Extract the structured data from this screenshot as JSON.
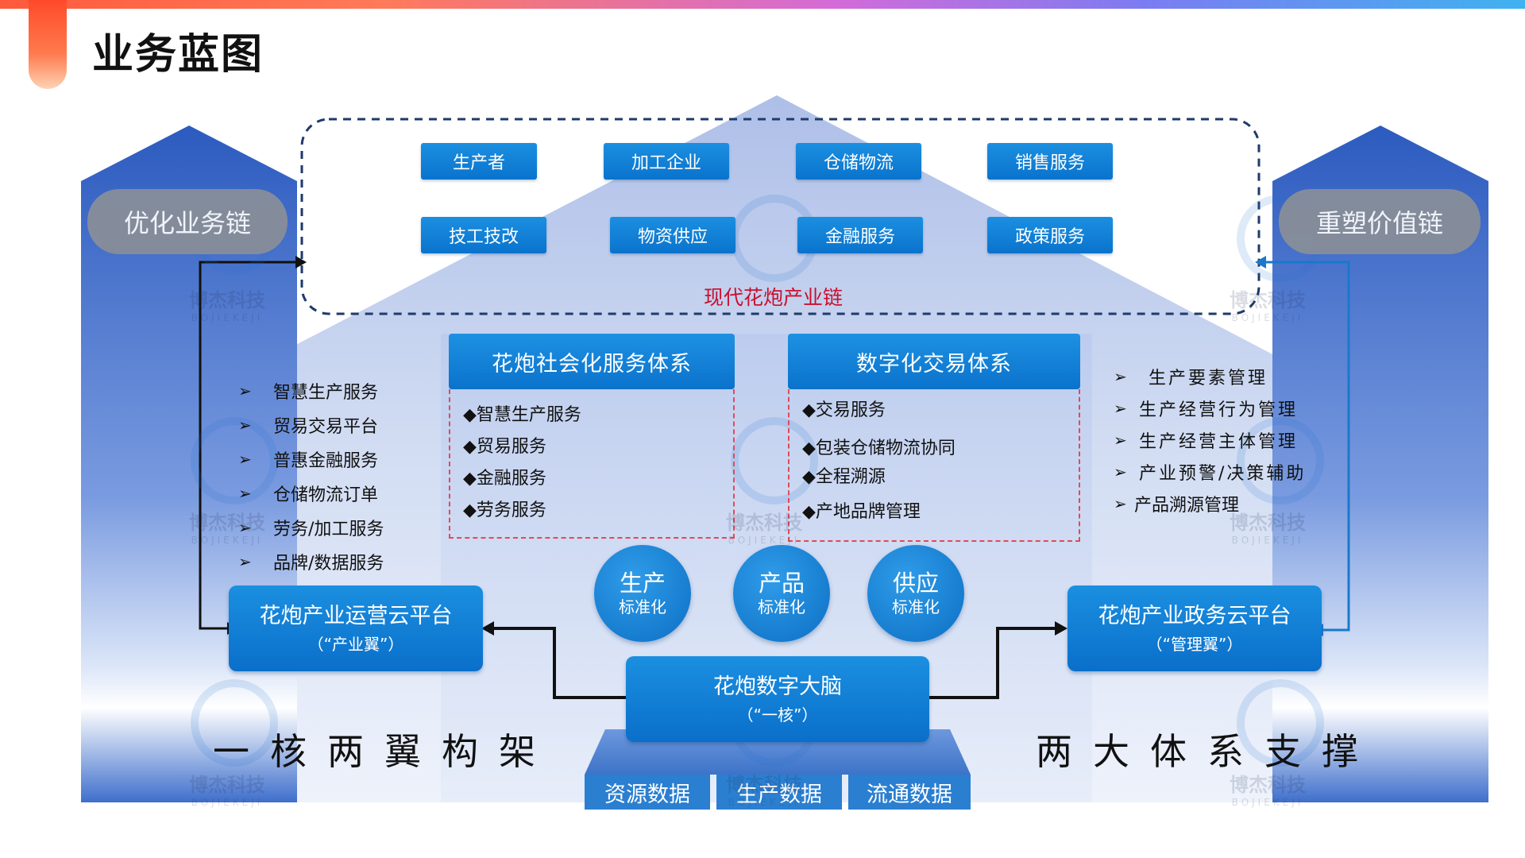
{
  "page_title": "业务蓝图",
  "left_pill": "优化业务链",
  "right_pill": "重塑价值链",
  "chain": {
    "label": "现代花炮产业链",
    "row1": [
      "生产者",
      "加工企业",
      "仓储物流",
      "销售服务"
    ],
    "row2": [
      "技工技改",
      "物资供应",
      "金融服务",
      "政策服务"
    ]
  },
  "left_list": [
    "智慧生产服务",
    "贸易交易平台",
    "普惠金融服务",
    "仓储物流订单",
    "劳务/加工服务",
    "品牌/数据服务"
  ],
  "right_list": [
    "生产要素管理",
    "生产经营行为管理",
    "生产经营主体管理",
    "产业预警/决策辅助",
    "产品溯源管理"
  ],
  "system_left": {
    "title": "花炮社会化服务体系",
    "items": [
      "◆智慧生产服务",
      "◆贸易服务",
      "◆金融服务",
      "◆劳务服务"
    ]
  },
  "system_right": {
    "title": "数字化交易体系",
    "items": [
      "◆交易服务",
      "◆包装仓储物流协同",
      "◆全程溯源",
      "◆产地品牌管理"
    ]
  },
  "standards": [
    {
      "top": "生产",
      "bottom": "标准化"
    },
    {
      "top": "产品",
      "bottom": "标准化"
    },
    {
      "top": "供应",
      "bottom": "标准化"
    }
  ],
  "platform_left": {
    "name": "花炮产业运营云平台",
    "sub": "（“产业翼”）"
  },
  "platform_right": {
    "name": "花炮产业政务云平台",
    "sub": "（“管理翼”）"
  },
  "brain": {
    "name": "花炮数字大脑",
    "sub": "（“一核”）"
  },
  "slogan_left": "一核两翼构架",
  "slogan_right": "两大体系支撑",
  "data_bases": [
    "资源数据",
    "生产数据",
    "流通数据"
  ],
  "watermark": {
    "cn": "博杰科技",
    "en": "BOJIEKEJI"
  },
  "colors": {
    "primary_blue": "#0a73cd",
    "chain_label": "#c8102e",
    "dashed_red": "#e04a58",
    "dashed_navy": "#1f3a6b"
  }
}
